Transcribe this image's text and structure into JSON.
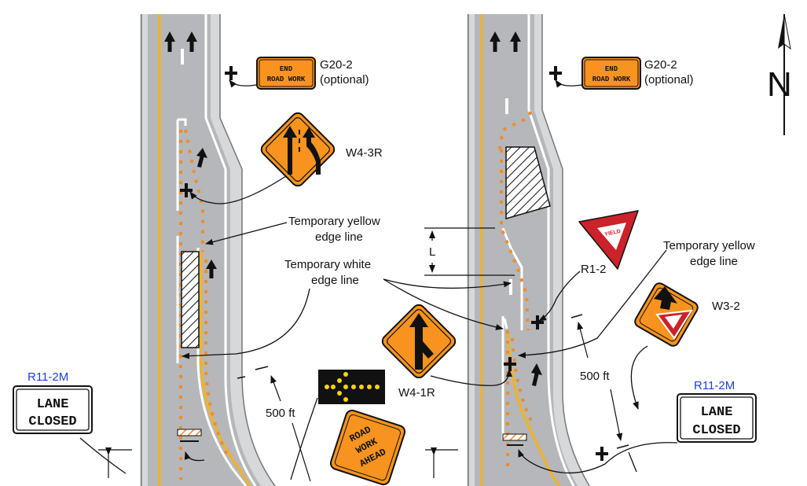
{
  "diagram": {
    "north_symbol": "N",
    "signs": {
      "g20_2_left": {
        "code": "G20-2",
        "note": "(optional)",
        "line1": "END",
        "line2": "ROAD WORK"
      },
      "g20_2_right": {
        "code": "G20-2",
        "note": "(optional)",
        "line1": "END",
        "line2": "ROAD WORK"
      },
      "w4_3r": {
        "code": "W4-3R"
      },
      "w4_1r": {
        "code": "W4-1R"
      },
      "r1_2": {
        "code": "R1-2",
        "face_text": "YIELD"
      },
      "w3_2": {
        "code": "W3-2"
      },
      "r11_2m_left": {
        "code": "R11-2M",
        "line1": "LANE",
        "line2": "CLOSED"
      },
      "r11_2m_right": {
        "code": "R11-2M",
        "line1": "LANE",
        "line2": "CLOSED"
      },
      "road_work_ahead": {
        "line1": "ROAD",
        "line2": "WORK",
        "line3": "AHEAD"
      }
    },
    "labels": {
      "temp_yellow_left": {
        "line1": "Temporary yellow",
        "line2": "edge line"
      },
      "temp_white_left": {
        "line1": "Temporary white",
        "line2": "edge line"
      },
      "temp_yellow_right": {
        "line1": "Temporary yellow",
        "line2": "edge line"
      },
      "dist_left": "500 ft",
      "dist_right": "500 ft",
      "taper_L": "L"
    },
    "colors": {
      "road": "#b5b7ba",
      "shoulder": "#d6d8da",
      "edge_yellow": "#f7b21b",
      "cone_orange": "#f08c2a",
      "sign_orange": "#f7931e",
      "yield_red": "#cc2229",
      "arrow_board_yellow": "#ffd400"
    }
  }
}
